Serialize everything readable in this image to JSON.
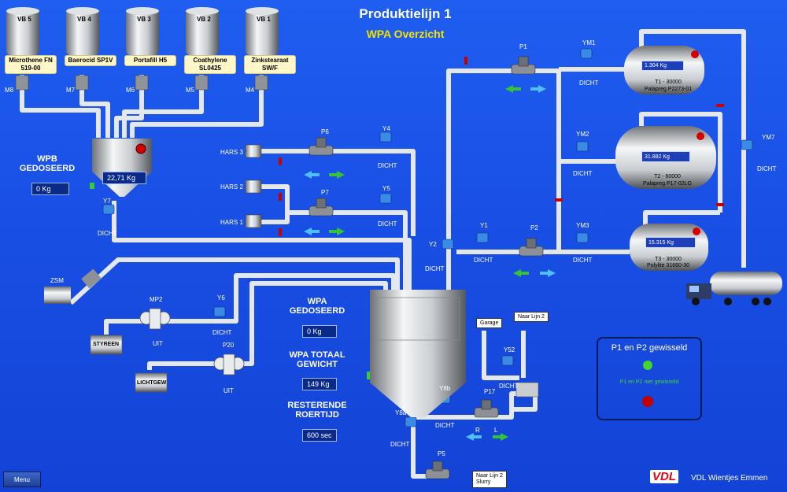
{
  "header": {
    "title": "Produktielijn 1",
    "subtitle": "WPA Overzicht"
  },
  "silos": [
    {
      "tag": "VB 5",
      "name": "Microthene FN\n519-00",
      "motor": "M8"
    },
    {
      "tag": "VB 4",
      "name": "Baerocid SP1V",
      "motor": "M7"
    },
    {
      "tag": "VB 3",
      "name": "Portafill H5",
      "motor": "M6"
    },
    {
      "tag": "VB 2",
      "name": "Coathylene\nSL0425",
      "motor": "M5"
    },
    {
      "tag": "VB 1",
      "name": "Zinkstearaat\nSW/F",
      "motor": "M4"
    }
  ],
  "wpb": {
    "label": "WPB\nGEDOSEERD",
    "value": "0 Kg",
    "scale_value": "22,71 Kg",
    "valve": "Y7",
    "valve_state": "DICHT"
  },
  "hars": {
    "inputs": [
      "HARS 3",
      "HARS 2",
      "HARS 1"
    ],
    "pumps": [
      "P6",
      "P7"
    ],
    "valves": [
      "Y4",
      "Y5"
    ],
    "state": "DICHT"
  },
  "tanks": [
    {
      "value": "1.304 Kg",
      "name": "T1 - 30000",
      "product": "Palapreg P2273-01",
      "valve": "YM1"
    },
    {
      "value": "31.882 Kg",
      "name": "T2 - 60000",
      "product": "Palapreg P17-02LG",
      "valve": "YM2"
    },
    {
      "value": "15.315 Kg",
      "name": "T3 - 30000",
      "product": "Polylite 31660-30",
      "valve": "YM3"
    }
  ],
  "valves_misc": {
    "ym7": "YM7",
    "y2": "Y2",
    "y1": "Y1",
    "p1": "P1",
    "p2": "P2",
    "dicht": "DICHT"
  },
  "zsm": "ZSM",
  "styreen": {
    "name": "STYREEN",
    "pump": "MP2",
    "state": "UIT",
    "valve": "Y6",
    "valve_state": "DICHT"
  },
  "lichtgew": {
    "name": "LICHTGEW",
    "pump": "P20",
    "state": "UIT"
  },
  "wpa": {
    "gedoseerd_label": "WPA\nGEDOSEERD",
    "gedoseerd": "0 Kg",
    "totaal_label": "WPA TOTAAL\nGEWICHT",
    "totaal": "149 Kg",
    "roertijd_label": "RESTERENDE\nROERTIJD",
    "roertijd": "600 sec"
  },
  "outlet": {
    "garage": "Garage",
    "naar_lijn2": "Naar Lijn 2",
    "y52": "Y52",
    "y8b": "Y8b",
    "y8a": "Y8a",
    "p17": "P17",
    "p5": "P5",
    "r": "R",
    "l": "L",
    "naar_lijn2_slurry": "Naar Lijn 2\nSlurry"
  },
  "panel": {
    "title": "P1 en P2 gewisseld",
    "status": "P1 en P2 niet gewisseld"
  },
  "footer": {
    "menu": "Menu",
    "brand": "VDL",
    "company": "VDL Wientjes Emmen"
  },
  "colors": {
    "pipe": "#d9dde2",
    "bg": "#1a50e6",
    "green": "#45d62c",
    "red": "#c30000",
    "yellow": "#f2e400"
  }
}
